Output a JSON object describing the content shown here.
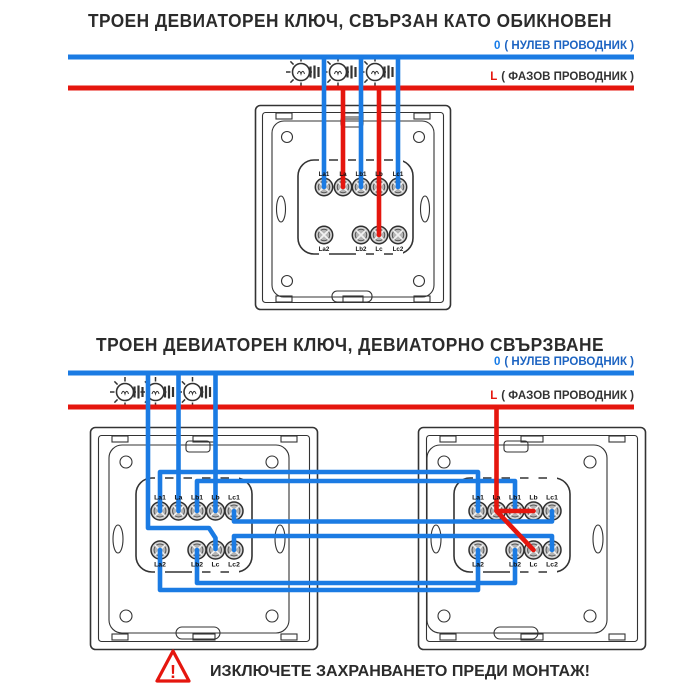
{
  "diagram1": {
    "title": "ТРОЕН ДЕВИАТОРЕН КЛЮЧ, СВЪРЗАН КАТО ОБИКНОВЕН",
    "neutral_label": {
      "symbol": "0",
      "text": "( НУЛЕВ ПРОВОДНИК )"
    },
    "phase_label": {
      "symbol": "L",
      "text": "( ФАЗОВ ПРОВОДНИК )"
    }
  },
  "diagram2": {
    "title": "ТРОЕН ДЕВИАТОРЕН КЛЮЧ, ДЕВИАТОРНО СВЪРЗВАНЕ",
    "neutral_label": {
      "symbol": "0",
      "text": "( НУЛЕВ ПРОВОДНИК )"
    },
    "phase_label": {
      "symbol": "L",
      "text": "( ФАЗОВ ПРОВОДНИК )"
    }
  },
  "terminal_labels": {
    "top": [
      "La1",
      "La",
      "Lb1",
      "Lb",
      "Lc1"
    ],
    "bottom": [
      "La2",
      "Lb2",
      "Lc",
      "Lc2"
    ]
  },
  "warning": {
    "symbol": "!",
    "text": "ИЗКЛЮЧЕТЕ ЗАХРАНВАНЕТО ПРЕДИ МОНТАЖ!"
  },
  "colors": {
    "neutral_blue": "#1b7be3",
    "phase_red": "#e5160e",
    "outline": "#333333",
    "title_dark": "#2b2b2b"
  }
}
